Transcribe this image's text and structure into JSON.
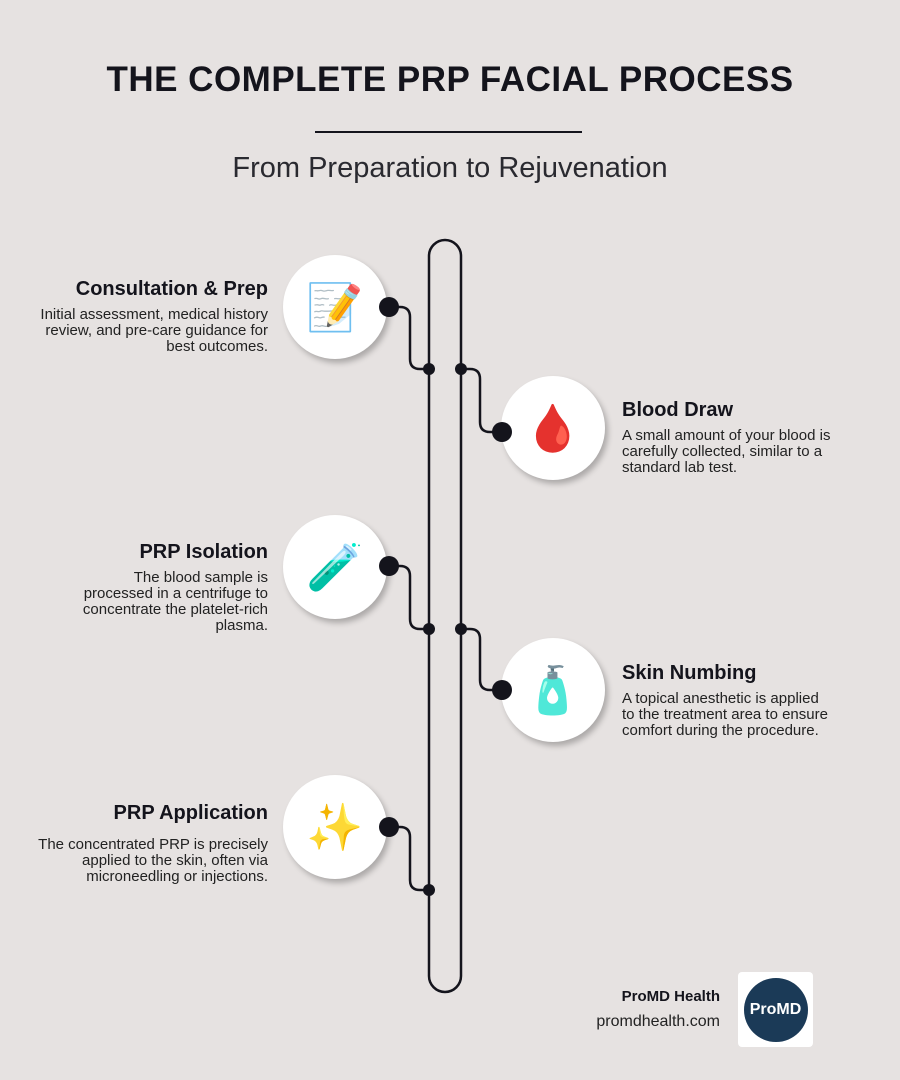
{
  "header": {
    "title": "THE COMPLETE PRP FACIAL PROCESS",
    "subtitle": "From Preparation to Rejuvenation"
  },
  "steps": [
    {
      "title": "Consultation & Prep",
      "description": "Initial assessment, medical history review, and pre-care guidance for best outcomes.",
      "icon": "📝",
      "icon_name": "memo-pencil-icon"
    },
    {
      "title": "Blood Draw",
      "description": "A small amount of your blood is carefully collected, similar to a standard lab test.",
      "icon": "🩸",
      "icon_name": "blood-drop-icon"
    },
    {
      "title": "PRP Isolation",
      "description": "The blood sample is processed in a centrifuge to concentrate the platelet-rich plasma.",
      "icon": "🧪",
      "icon_name": "test-tube-icon"
    },
    {
      "title": "Skin Numbing",
      "description": "A topical anesthetic is applied to the treatment area to ensure comfort during the procedure.",
      "icon": "🧴",
      "icon_name": "lotion-bottle-icon"
    },
    {
      "title": "PRP Application",
      "description": "The concentrated PRP is precisely applied to the skin, often via microneedling or injections.",
      "icon": "✨",
      "icon_name": "sparkles-icon"
    }
  ],
  "footer": {
    "brand_name": "ProMD Health",
    "url": "promdhealth.com",
    "logo_text": "ProMD",
    "logo_color": "#1b3a57"
  }
}
